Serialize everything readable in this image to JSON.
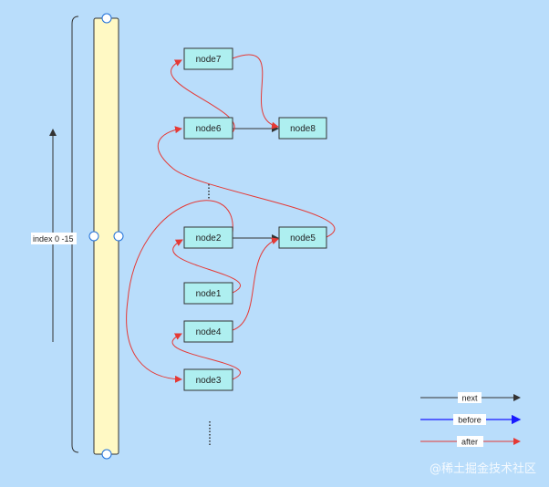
{
  "diagram": {
    "index_label": "index 0 -15",
    "nodes": [
      {
        "id": "node7",
        "label": "node7"
      },
      {
        "id": "node6",
        "label": "node6"
      },
      {
        "id": "node8",
        "label": "node8"
      },
      {
        "id": "node2",
        "label": "node2"
      },
      {
        "id": "node5",
        "label": "node5"
      },
      {
        "id": "node1",
        "label": "node1"
      },
      {
        "id": "node4",
        "label": "node4"
      },
      {
        "id": "node3",
        "label": "node3"
      }
    ],
    "legend": {
      "next_label": "next",
      "before_label": "before",
      "after_label": "after"
    },
    "colors": {
      "background": "#b9ddfb",
      "array_fill": "#fff9c4",
      "node_fill": "#aeeff0",
      "next_color": "#333333",
      "before_color": "#1a1aff",
      "after_color": "#e53935"
    },
    "watermark": "@稀土掘金技术社区"
  }
}
